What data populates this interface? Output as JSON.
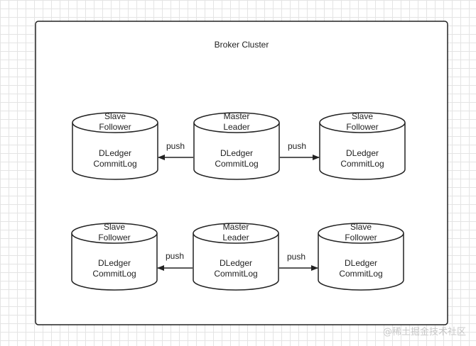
{
  "cluster": {
    "title": "Broker Cluster"
  },
  "rows": [
    {
      "nodes": [
        {
          "role": "Slave",
          "type": "Follower",
          "store": "DLedger",
          "log": "CommitLog"
        },
        {
          "role": "Master",
          "type": "Leader",
          "store": "DLedger",
          "log": "CommitLog"
        },
        {
          "role": "Slave",
          "type": "Follower",
          "store": "DLedger",
          "log": "CommitLog"
        }
      ],
      "arrows": [
        {
          "label": "push"
        },
        {
          "label": "push"
        }
      ]
    },
    {
      "nodes": [
        {
          "role": "Slave",
          "type": "Follower",
          "store": "DLedger",
          "log": "CommitLog"
        },
        {
          "role": "Master",
          "type": "Leader",
          "store": "DLedger",
          "log": "CommitLog"
        },
        {
          "role": "Slave",
          "type": "Follower",
          "store": "DLedger",
          "log": "CommitLog"
        }
      ],
      "arrows": [
        {
          "label": "push"
        },
        {
          "label": "push"
        }
      ]
    }
  ],
  "watermark": "@稀土掘金技术社区"
}
